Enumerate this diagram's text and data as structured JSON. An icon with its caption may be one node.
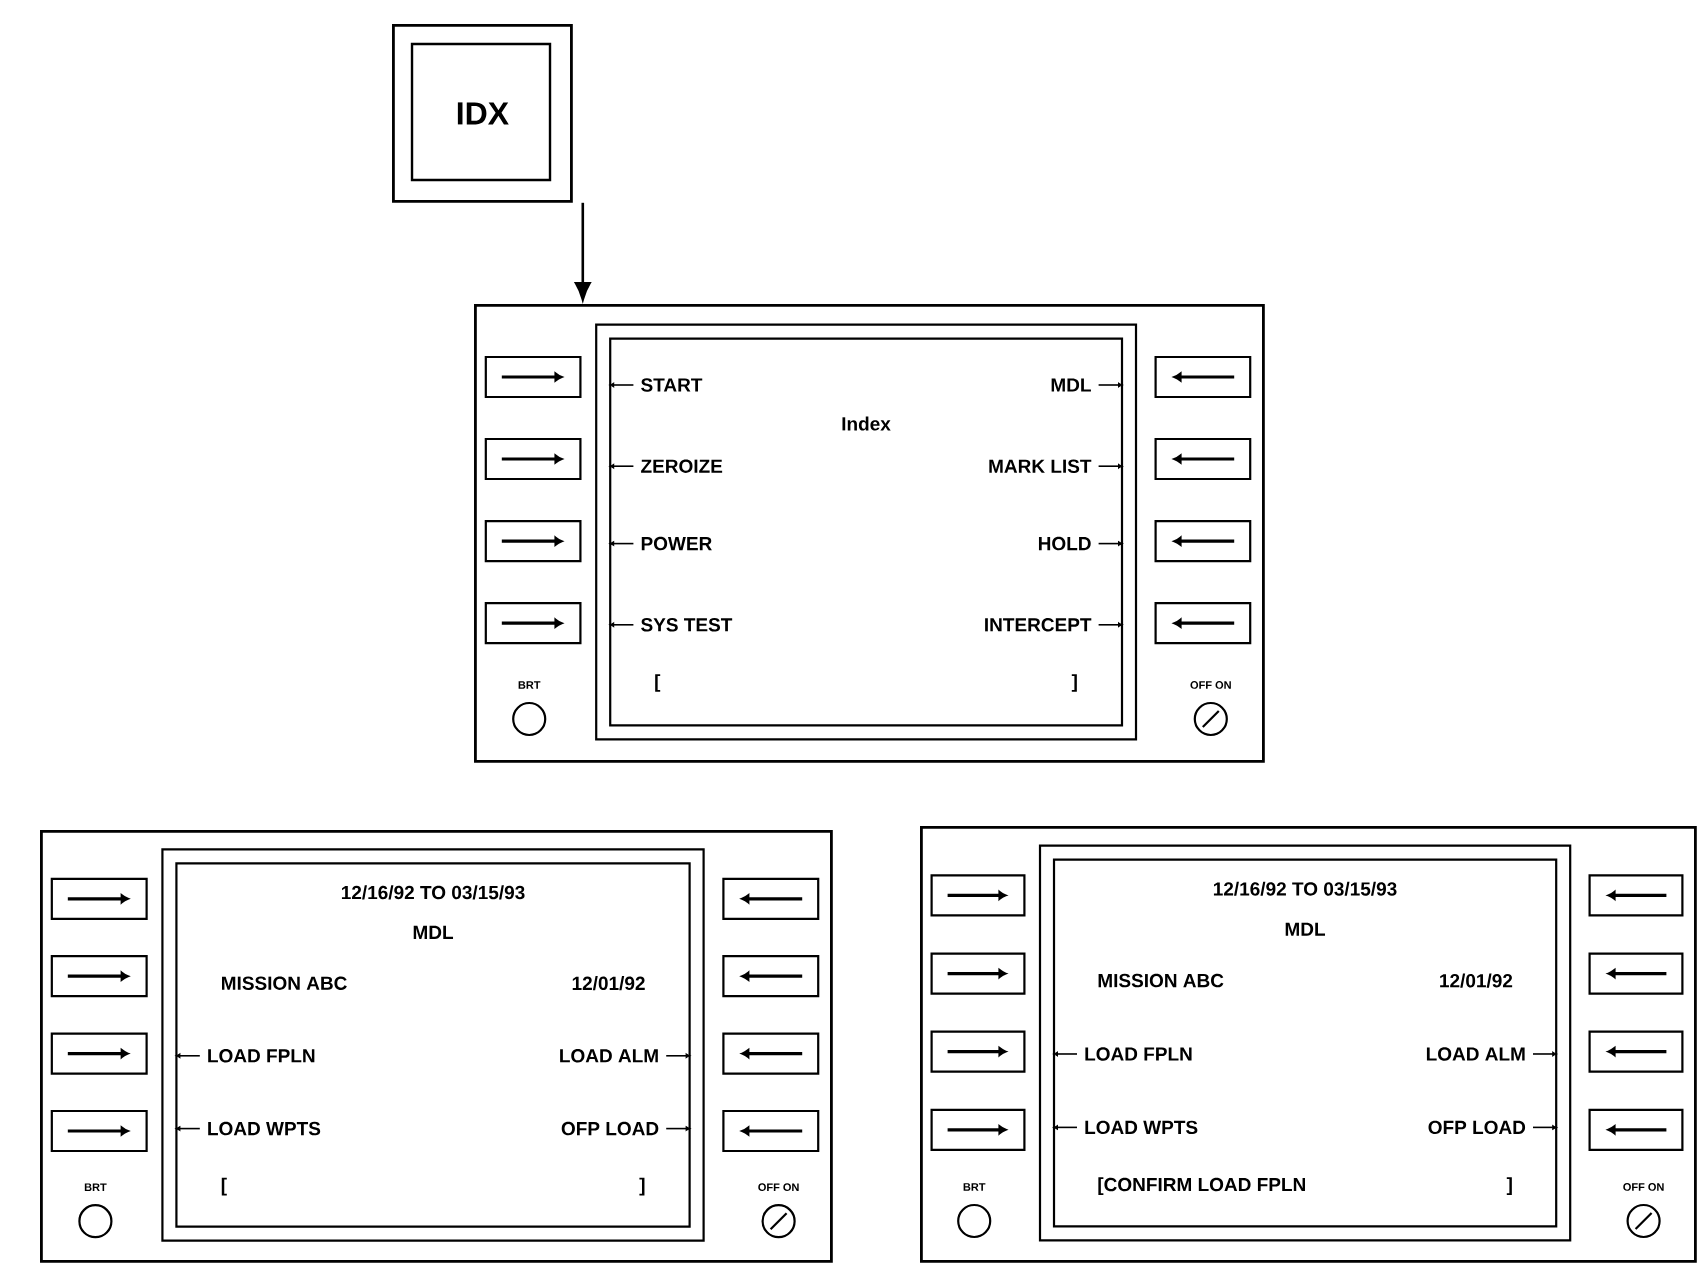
{
  "diagram": {
    "nodes": [
      {
        "text": [
          "IDX"
        ]
      },
      {
        "text": [
          "START",
          "MDL",
          "Index",
          "ZEROIZE",
          "MARK LIST",
          "POWER",
          "HOLD",
          "SYS TEST",
          "INTERCEPT",
          "BRT",
          "[",
          "]",
          "OFF ON"
        ]
      },
      {
        "text": [
          "12/16/92 TO 03/15/93",
          "MDL",
          "MISSION ABC",
          "12/01/92",
          "LOAD FPLN",
          "LOAD ALM",
          "LOAD WPTS",
          "OFP LOAD",
          "BRT",
          "[",
          "]",
          "OFF ON"
        ]
      },
      {
        "text": [
          "12/16/92 TO 03/15/93",
          "MDL",
          "MISSION ABC",
          "12/01/92",
          "LOAD FPLN",
          "LOAD ALM",
          "LOAD WPTS",
          "OFP LOAD",
          "BRT",
          "[CONFIRM LOAD FPLN",
          "]",
          "OFF ON"
        ]
      }
    ],
    "edges": [
      {
        "from": 0,
        "to": 1,
        "arrow": "to"
      }
    ]
  }
}
